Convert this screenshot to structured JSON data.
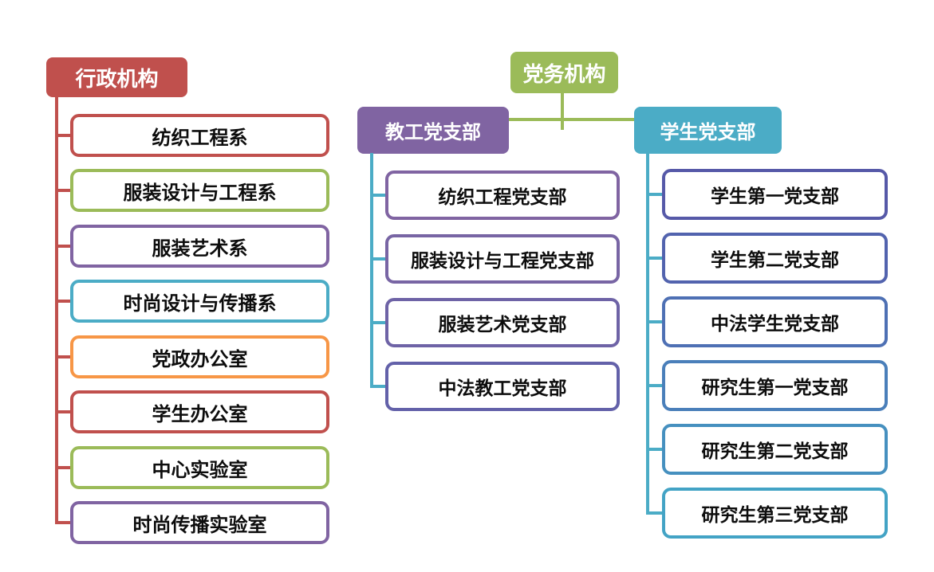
{
  "admin": {
    "title": "行政机构",
    "fill": "#C0504D",
    "connector_color": "#C0504D",
    "children": [
      {
        "label": "纺织工程系",
        "color": "#C0504D"
      },
      {
        "label": "服装设计与工程系",
        "color": "#9BBB59"
      },
      {
        "label": "服装艺术系",
        "color": "#8064A2"
      },
      {
        "label": "时尚设计与传播系",
        "color": "#4BACC6"
      },
      {
        "label": "党政办公室",
        "color": "#F79646"
      },
      {
        "label": "学生办公室",
        "color": "#C0504D"
      },
      {
        "label": "中心实验室",
        "color": "#9BBB59"
      },
      {
        "label": "时尚传播实验室",
        "color": "#8064A2"
      }
    ]
  },
  "party": {
    "title": "党务机构",
    "fill": "#9BBB59",
    "connector_color": "#9BBB59",
    "branches": [
      {
        "title": "教工党支部",
        "fill": "#8064A2",
        "connector_color": "#4BACC6",
        "children": [
          {
            "label": "纺织工程党支部",
            "color": "#8064A2"
          },
          {
            "label": "服装设计与工程党支部",
            "color": "#7865A4"
          },
          {
            "label": "服装艺术党支部",
            "color": "#6E63A6"
          },
          {
            "label": "中法教工党支部",
            "color": "#6361A9"
          }
        ]
      },
      {
        "title": "学生党支部",
        "fill": "#4BACC6",
        "connector_color": "#4BACC6",
        "children": [
          {
            "label": "学生第一党支部",
            "color": "#5659A8"
          },
          {
            "label": "学生第二党支部",
            "color": "#5263AE"
          },
          {
            "label": "中法学生党支部",
            "color": "#4E70B4"
          },
          {
            "label": "研究生第一党支部",
            "color": "#4A7FBA"
          },
          {
            "label": "研究生第二党支部",
            "color": "#4690BF"
          },
          {
            "label": "研究生第三党支部",
            "color": "#43A3C5"
          }
        ]
      }
    ]
  }
}
